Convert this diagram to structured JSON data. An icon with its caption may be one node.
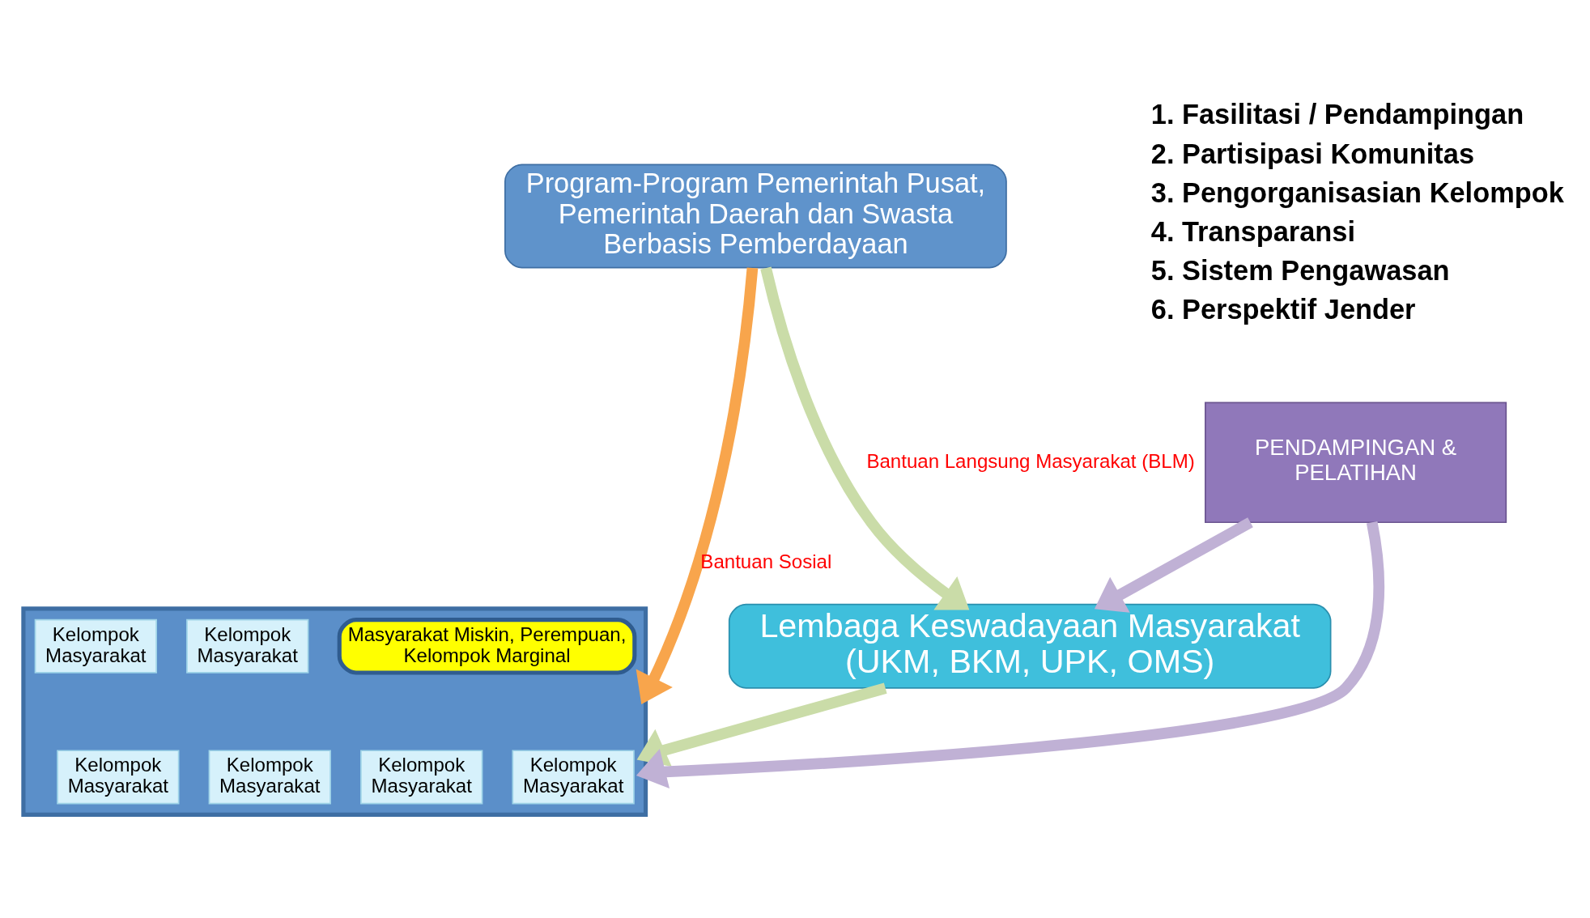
{
  "diagram": {
    "nodes": [
      {
        "text": [
          "Program-Program Pemerintah Pusat, Pemerintah Daerah dan Swasta Berbasis Pemberdayaan"
        ]
      },
      {
        "text": [
          "Lembaga Keswadayaan Masyarakat (UKM, BKM, UPK, OMS)"
        ]
      },
      {
        "text": [],
        "shape": "box"
      },
      {
        "text": [
          "Masyarakat Miskin, Perempuan, Kelompok Marginal"
        ],
        "in": 2
      },
      {
        "text": [
          "Kelompok Masyarakat"
        ],
        "in": 2
      },
      {
        "text": [
          "Kelompok Masyarakat"
        ],
        "in": 2
      },
      {
        "text": [
          "Kelompok Masyarakat"
        ],
        "in": 2
      },
      {
        "text": [
          "Kelompok Masyarakat"
        ],
        "in": 2
      },
      {
        "text": [
          "Kelompok Masyarakat"
        ],
        "in": 2
      },
      {
        "text": [
          "Kelompok Masyarakat"
        ],
        "in": 2
      },
      {
        "text": [
          "PENDAMPINGAN & PELATIHAN"
        ]
      }
    ],
    "edges": [
      {
        "from": 0,
        "to": 1,
        "arrow": "to",
        "label": "Bantuan Langsung Masyarakat (BLM)",
        "color": "#cadca8"
      },
      {
        "from": 1,
        "to": 2,
        "arrow": "to",
        "color": "#cadca8"
      },
      {
        "from": 10,
        "to": 1,
        "arrow": "to",
        "color": "#c0b1d5"
      },
      {
        "from": 10,
        "to": 2,
        "arrow": "to",
        "color": "#c0b1d5"
      },
      {
        "from": 0,
        "to": 2,
        "arrow": "to",
        "label": "Bantuan Sosial",
        "color": "#f8a54c"
      }
    ],
    "labels": [
      "1. Fasilitasi / Pendampingan",
      "2. Partisipasi Komunitas",
      "3. Pengorganisasian Kelompok",
      "4. Transparansi",
      "5. Sistem Pengawasan",
      "6. Perspektif Jender"
    ]
  }
}
